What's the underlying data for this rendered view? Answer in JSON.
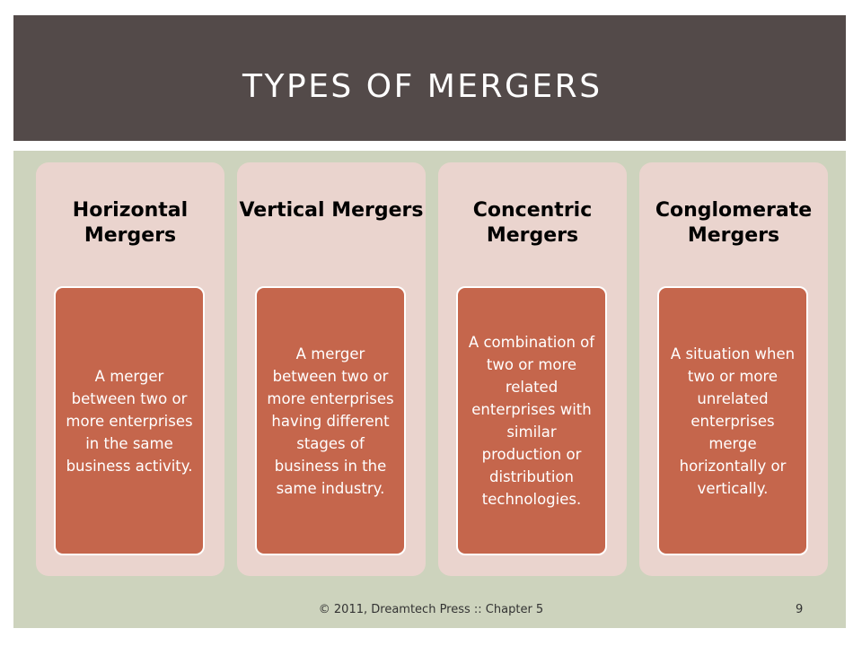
{
  "slide": {
    "title": "TYPES OF MERGERS",
    "footer": "© 2011, Dreamtech Press :: Chapter 5",
    "page_number": "9"
  },
  "colors": {
    "title_bar": "#534a49",
    "content_bg": "#cdd3bd",
    "card_bg": "#ead4ce",
    "desc_bg": "#c5664c"
  },
  "cards": [
    {
      "title": "Horizontal Mergers",
      "description": "A merger between two or more enterprises in the same business activity."
    },
    {
      "title": "Vertical Mergers",
      "description": "A merger between two or more enterprises having different stages of business in the same industry."
    },
    {
      "title": "Concentric Mergers",
      "description": "A combination of two or more related enterprises with similar production or distribution technologies."
    },
    {
      "title": "Conglomerate Mergers",
      "description": "A situation when two or more unrelated enterprises merge horizontally or vertically."
    }
  ]
}
